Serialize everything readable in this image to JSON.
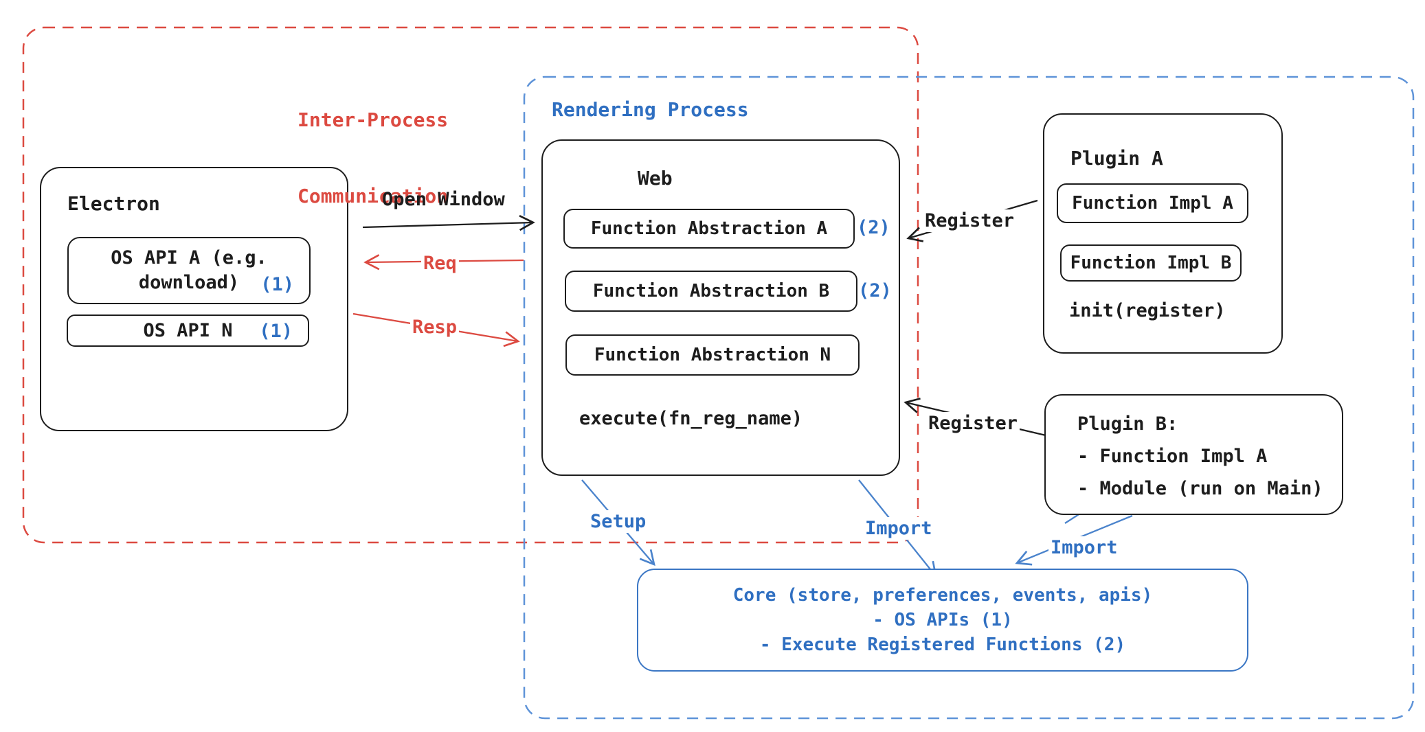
{
  "ipc_region": {
    "title_line1": "Inter-Process",
    "title_line2": "Communication"
  },
  "rendering_region": {
    "title": "Rendering Process"
  },
  "electron": {
    "title": "Electron",
    "os_api_a": {
      "line1": "OS API A (e.g.",
      "line2": "download)",
      "badge": "(1)"
    },
    "os_api_n": {
      "label": "OS API N",
      "badge": "(1)"
    }
  },
  "web": {
    "title": "Web",
    "abstractions": [
      {
        "label": "Function Abstraction A",
        "badge": "(2)"
      },
      {
        "label": "Function Abstraction B",
        "badge": "(2)"
      },
      {
        "label": "Function Abstraction N",
        "badge": ""
      }
    ],
    "execute_label": "execute(fn_reg_name)"
  },
  "plugin_a": {
    "title": "Plugin A",
    "impl_a": "Function Impl A",
    "impl_b": "Function Impl B",
    "init_label": "init(register)"
  },
  "plugin_b": {
    "title": "Plugin B:",
    "item1": "- Function Impl A",
    "item2": "- Module (run on Main)"
  },
  "core": {
    "line1": "Core (store, preferences, events, apis)",
    "line2": "- OS APIs (1)",
    "line3": "- Execute Registered Functions (2)"
  },
  "labels": {
    "open_window": "Open Window",
    "req": "Req",
    "resp": "Resp",
    "register_top": "Register",
    "register_bottom": "Register",
    "setup": "Setup",
    "import_mid": "Import",
    "import_right": "Import"
  },
  "colors": {
    "red": "#dc4a41",
    "blue_text": "#2f6fc1",
    "blue_dashed_border": "#5e93d8",
    "blue_arrow": "#4a83cc",
    "dark": "#1d1d1d"
  }
}
